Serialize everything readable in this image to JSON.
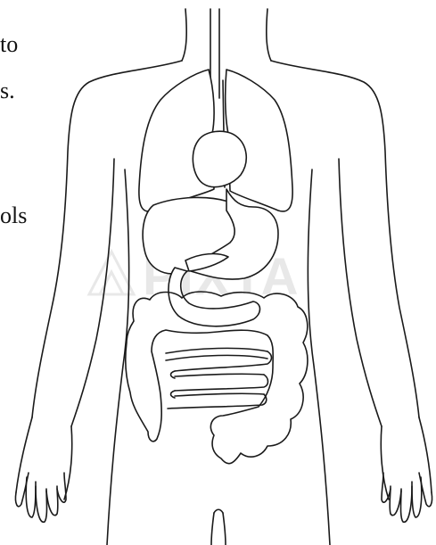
{
  "text_fragments": [
    "to",
    "s.",
    "ols"
  ],
  "watermark": "PIXTA",
  "colors": {
    "line": "#1a1a1a",
    "background": "#ffffff",
    "watermark": "#d8d8d8"
  },
  "organs": [
    "trachea",
    "esophagus",
    "left-lung",
    "right-lung",
    "heart",
    "liver",
    "stomach",
    "pancreas",
    "small-intestine",
    "large-intestine"
  ]
}
